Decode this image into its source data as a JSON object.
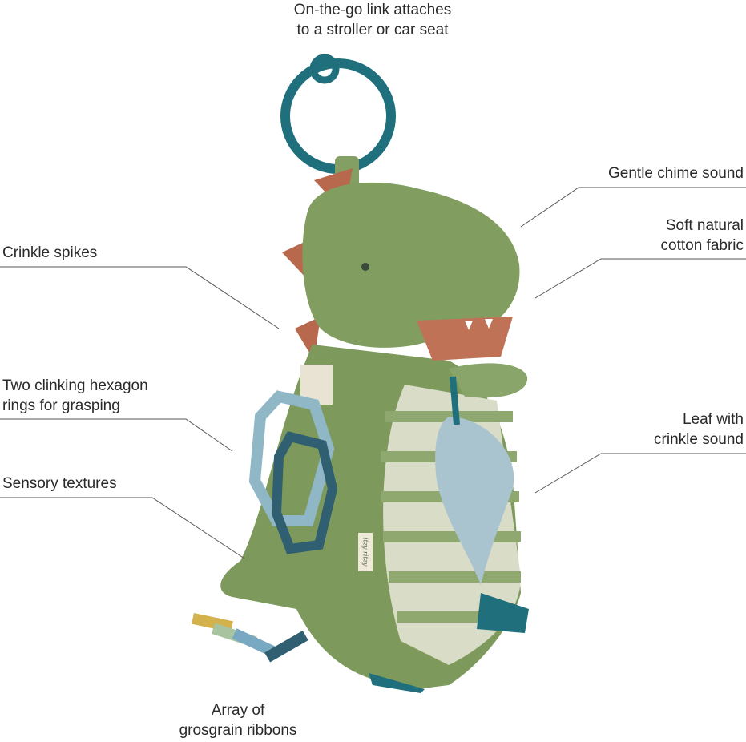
{
  "callouts": {
    "link": {
      "line1": "On-the-go link attaches",
      "line2": "to a stroller or car seat"
    },
    "chime": {
      "line1": "Gentle chime sound"
    },
    "fabric": {
      "line1": "Soft natural",
      "line2": "cotton fabric"
    },
    "spikes": {
      "line1": "Crinkle spikes"
    },
    "rings": {
      "line1": "Two clinking hexagon",
      "line2": "rings for grasping"
    },
    "textures": {
      "line1": "Sensory textures"
    },
    "leaf": {
      "line1": "Leaf with",
      "line2": "crinkle sound"
    },
    "ribbons": {
      "line1": "Array of",
      "line2": "grosgrain ribbons"
    }
  },
  "product": {
    "tag_text": "itzy ritzy"
  },
  "colors": {
    "body": "#7d9a5c",
    "ring": "#1f6f7c",
    "spike": "#b8684c",
    "leaf": "#a9c3cf",
    "hexagon": "#8fb7c6",
    "line": "#555555"
  }
}
